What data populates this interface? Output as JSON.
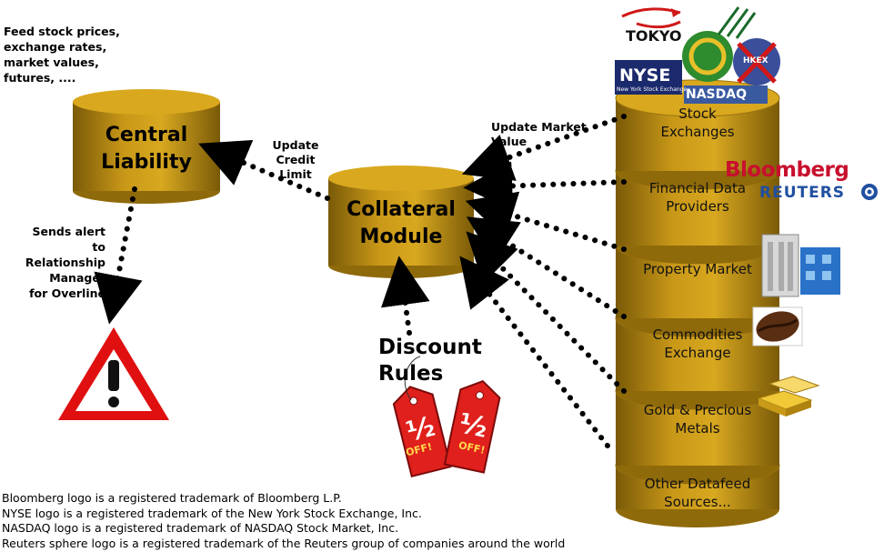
{
  "feed_note": [
    "Feed stock prices,",
    "exchange rates,",
    "market values,",
    "futures, ...."
  ],
  "central_liability": [
    "Central",
    "Liability"
  ],
  "collateral_module": [
    "Collateral",
    "Module"
  ],
  "edge_labels": {
    "update_credit_limit": [
      "Update Credit",
      "Limit"
    ],
    "update_market_value": [
      "Update Market",
      "Value"
    ],
    "sends_alert": [
      "Sends alert",
      "to",
      "Relationship",
      "Manager",
      "for Overline"
    ]
  },
  "discount_rules": [
    "Discount",
    "Rules"
  ],
  "sale_tag_text": "OFF!",
  "stack_segments": [
    {
      "lines": [
        "Stock",
        "Exchanges"
      ]
    },
    {
      "lines": [
        "Financial Data",
        "Providers"
      ]
    },
    {
      "lines": [
        "Property Market"
      ]
    },
    {
      "lines": [
        "Commodities",
        "Exchange"
      ]
    },
    {
      "lines": [
        "Gold & Precious",
        "Metals"
      ]
    },
    {
      "lines": [
        "Other Datafeed",
        "Sources..."
      ]
    }
  ],
  "logos": {
    "tokyo": "TOKYO",
    "nyse": "NYSE",
    "nyse_sub": "New York Stock Exchange",
    "nasdaq": "NASDAQ",
    "hkex": "HKEX",
    "bloomberg": "Bloomberg",
    "reuters": "REUTERS"
  },
  "footer": [
    "Bloomberg logo is a registered trademark of Bloomberg L.P.",
    "NYSE logo is a registered trademark of the New York Stock Exchange, Inc.",
    "NASDAQ logo is a registered trademark of NASDAQ Stock Market, Inc.",
    "Reuters sphere logo is a registered trademark of the Reuters group of companies around the world"
  ],
  "colors": {
    "cylinder_gold": "#b8860b",
    "cylinder_top": "#d6a21a",
    "alert_red": "#e01010",
    "tag_red": "#e0201c",
    "bloomberg_red": "#c8102e",
    "reuters_blue": "#1f4fa0",
    "nyse_blue": "#1a2a6c"
  }
}
